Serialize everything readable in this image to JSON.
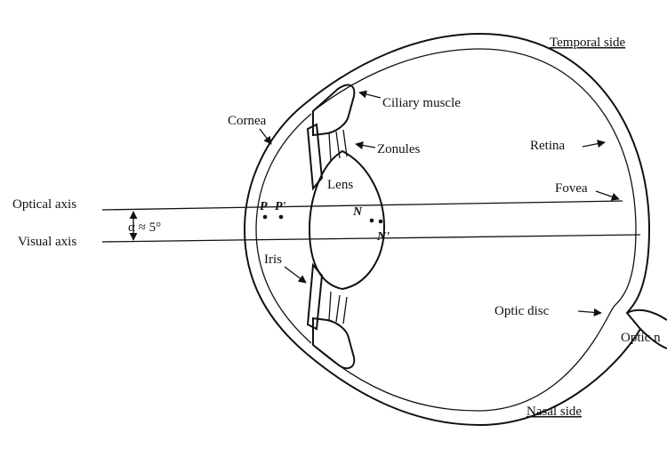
{
  "diagram": {
    "labels": {
      "temporal_side": "Temporal side",
      "nasal_side": "Nasal side",
      "ciliary_muscle": "Ciliary muscle",
      "zonules": "Zonules",
      "cornea": "Cornea",
      "retina": "Retina",
      "lens": "Lens",
      "fovea": "Fovea",
      "optical_axis": "Optical axis",
      "visual_axis": "Visual axis",
      "angle": "α ≈ 5°",
      "iris": "Iris",
      "optic_disc": "Optic disc",
      "optic_nerve": "Optic n"
    },
    "points": {
      "p": "P",
      "p_prime": "P'",
      "n": "N",
      "n_prime": "N'"
    }
  }
}
